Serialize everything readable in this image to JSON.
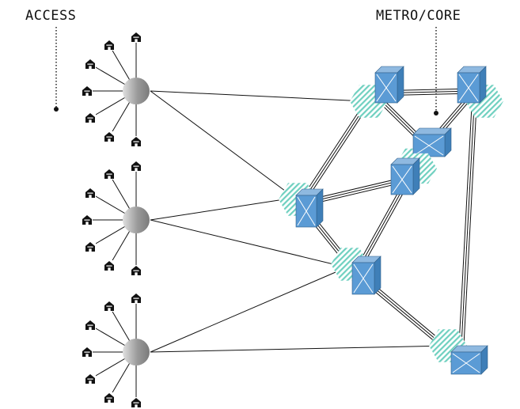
{
  "labels": {
    "access": "ACCESS",
    "metro_core": "METRO/CORE"
  },
  "icons": {
    "house": "house-icon",
    "access_hub": "access-hub-node",
    "core_node": "core-node",
    "core_router": "router-box-icon"
  },
  "colors": {
    "hub_dark": "#888888",
    "hub_light": "#d8d8d8",
    "box_front": "#5b9bd5",
    "box_top": "#8fb9e0",
    "box_side": "#3f7fb8",
    "hatch": "#6fd0c0",
    "line": "#111111"
  },
  "access_hubs": [
    {
      "id": "hub-1",
      "houses": 7
    },
    {
      "id": "hub-2",
      "houses": 7
    },
    {
      "id": "hub-3",
      "houses": 7
    }
  ],
  "core_nodes": [
    {
      "id": "core-top-left"
    },
    {
      "id": "core-top-right"
    },
    {
      "id": "core-center"
    },
    {
      "id": "core-center-right"
    },
    {
      "id": "core-mid-left"
    },
    {
      "id": "core-lower-mid"
    },
    {
      "id": "core-bottom-right"
    }
  ]
}
